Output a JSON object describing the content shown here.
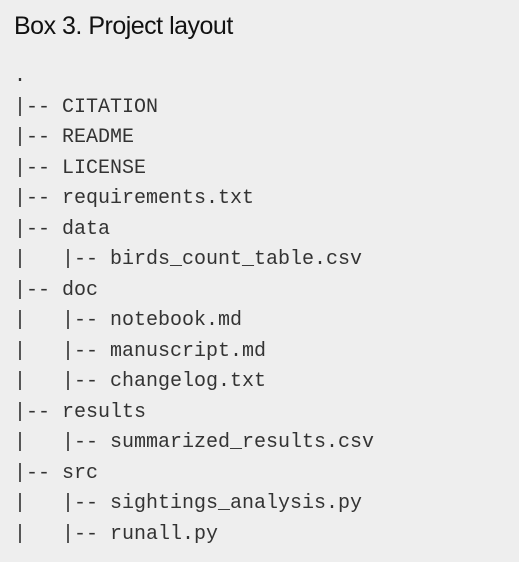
{
  "box": {
    "title": "Box 3. Project layout",
    "tree_lines": [
      ".",
      "|-- CITATION",
      "|-- README",
      "|-- LICENSE",
      "|-- requirements.txt",
      "|-- data",
      "|   |-- birds_count_table.csv",
      "|-- doc",
      "|   |-- notebook.md",
      "|   |-- manuscript.md",
      "|   |-- changelog.txt",
      "|-- results",
      "|   |-- summarized_results.csv",
      "|-- src",
      "|   |-- sightings_analysis.py",
      "|   |-- runall.py"
    ]
  }
}
